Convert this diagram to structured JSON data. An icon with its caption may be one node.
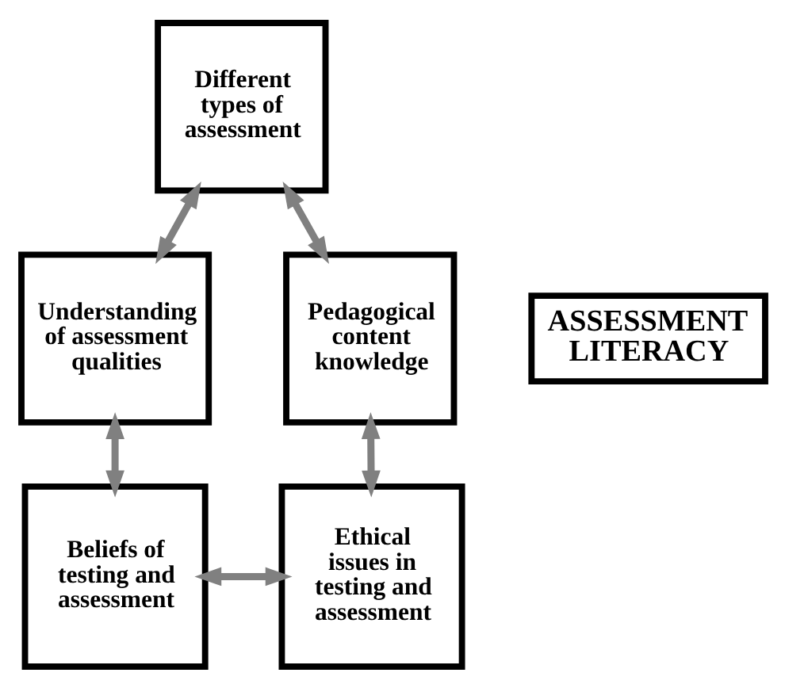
{
  "diagram": {
    "nodes": [
      {
        "text": [
          "Different types of assessment"
        ]
      },
      {
        "text": [
          "Pedagogical content knowledge"
        ]
      },
      {
        "text": [
          "ASSESSMENT LITERACY"
        ]
      },
      {
        "text": [
          "Understanding of assessment qualities"
        ]
      },
      {
        "text": [
          "Ethical issues in testing and assessment"
        ]
      },
      {
        "text": [
          "Beliefs of testing and assessment"
        ]
      }
    ],
    "edges": [
      {
        "from": 0,
        "to": 3,
        "arrow": "both"
      },
      {
        "from": 3,
        "to": 5,
        "arrow": "both"
      },
      {
        "from": 5,
        "to": 4,
        "arrow": "both"
      },
      {
        "from": 4,
        "to": 1,
        "arrow": "both"
      },
      {
        "from": 1,
        "to": 0,
        "arrow": "both"
      }
    ]
  }
}
